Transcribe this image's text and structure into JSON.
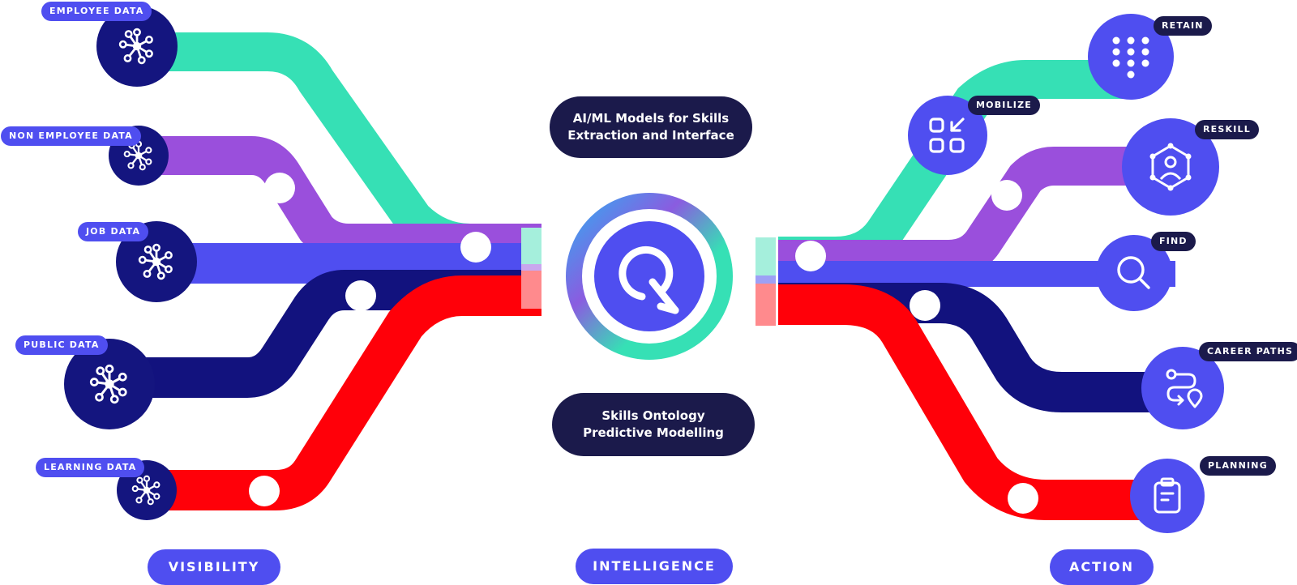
{
  "colors": {
    "teal": "#36e0b5",
    "purple": "#9a4fdc",
    "blue": "#4f4ef0",
    "navy": "#12127e",
    "red": "#ff0009",
    "dark_label": "#1b1a4b",
    "node_dark": "#14157f",
    "node_light": "#4f4ef0"
  },
  "sources": [
    {
      "label": "EMPLOYEE DATA",
      "icon": "network-icon"
    },
    {
      "label": "NON EMPLOYEE DATA",
      "icon": "network-icon"
    },
    {
      "label": "JOB DATA",
      "icon": "network-icon"
    },
    {
      "label": "PUBLIC DATA",
      "icon": "network-icon"
    },
    {
      "label": "LEARNING DATA",
      "icon": "network-icon"
    }
  ],
  "actions": [
    {
      "label": "RETAIN",
      "icon": "grid-dots-icon"
    },
    {
      "label": "MOBILIZE",
      "icon": "apps-arrow-icon"
    },
    {
      "label": "RESKILL",
      "icon": "person-hexagon-icon"
    },
    {
      "label": "FIND",
      "icon": "search-icon"
    },
    {
      "label": "CAREER PATHS",
      "icon": "route-icon"
    },
    {
      "label": "PLANNING",
      "icon": "clipboard-icon"
    }
  ],
  "center": {
    "top_box": {
      "line1": "AI/ML Models for Skills",
      "line2": "Extraction and Interface"
    },
    "bottom_box": {
      "line1": "Skills Ontology",
      "line2": "Predictive Modelling"
    },
    "logo_icon": "q-logo-icon"
  },
  "sections": {
    "visibility": "VISIBILITY",
    "intelligence": "INTELLIGENCE",
    "action": "ACTION"
  }
}
